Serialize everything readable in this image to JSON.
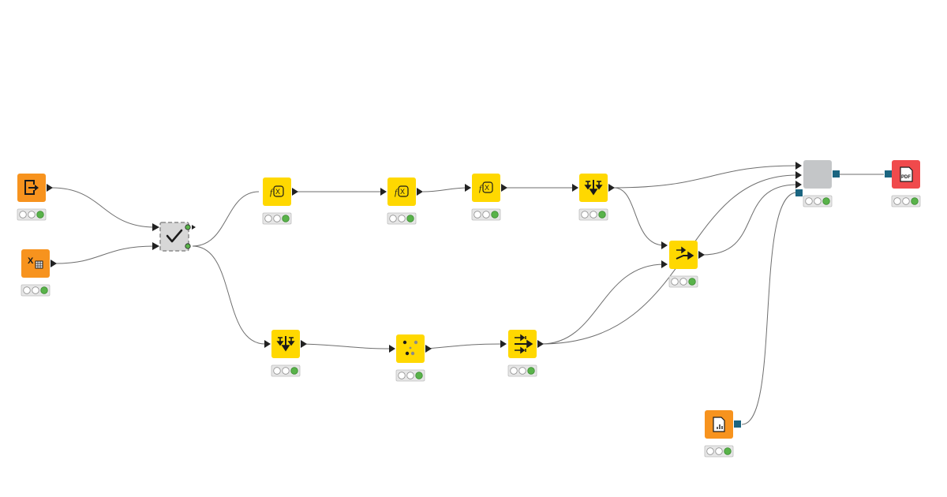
{
  "workflow": {
    "nodes": [
      {
        "id": "excel-writer",
        "category": "io",
        "icon": "exit-arrow-icon",
        "color": "#f7931e",
        "status": [
          "off",
          "off",
          "green"
        ]
      },
      {
        "id": "excel-reader",
        "category": "io",
        "icon": "excel-icon",
        "color": "#f7931e",
        "status": [
          "off",
          "off",
          "green"
        ]
      },
      {
        "id": "table-validator",
        "category": "validation",
        "icon": "checkmark-icon",
        "color": "#d7d7d7",
        "status": []
      },
      {
        "id": "string-manipulation-1",
        "category": "manipulator",
        "icon": "function-x-icon",
        "color": "#ffd800",
        "status": [
          "off",
          "off",
          "green"
        ]
      },
      {
        "id": "string-manipulation-2",
        "category": "manipulator",
        "icon": "function-x-icon",
        "color": "#ffd800",
        "status": [
          "off",
          "off",
          "green"
        ]
      },
      {
        "id": "string-manipulation-3",
        "category": "manipulator",
        "icon": "function-x-icon",
        "color": "#ffd800",
        "status": [
          "off",
          "off",
          "green"
        ]
      },
      {
        "id": "sorter-1",
        "category": "manipulator",
        "icon": "sort-down-icon",
        "color": "#ffd800",
        "status": [
          "off",
          "off",
          "green"
        ]
      },
      {
        "id": "column-merger",
        "category": "manipulator",
        "icon": "merge-arrow-icon",
        "color": "#ffd800",
        "status": [
          "off",
          "off",
          "green"
        ]
      },
      {
        "id": "sorter-2",
        "category": "manipulator",
        "icon": "sort-down-icon",
        "color": "#ffd800",
        "status": [
          "off",
          "off",
          "green"
        ]
      },
      {
        "id": "rule-engine",
        "category": "manipulator",
        "icon": "dots-rule-icon",
        "color": "#ffd800",
        "status": [
          "off",
          "off",
          "green"
        ]
      },
      {
        "id": "joiner",
        "category": "manipulator",
        "icon": "join-arrows-icon",
        "color": "#ffd800",
        "status": [
          "off",
          "off",
          "green"
        ]
      },
      {
        "id": "report-component",
        "category": "component",
        "icon": "component-icon",
        "color": "#c4c6c8",
        "status": [
          "off",
          "off",
          "green"
        ]
      },
      {
        "id": "pdf-writer",
        "category": "output",
        "icon": "pdf-icon",
        "color": "#f04a4c",
        "status": [
          "off",
          "off",
          "green"
        ]
      },
      {
        "id": "report-template",
        "category": "io",
        "icon": "report-file-icon",
        "color": "#f7931e",
        "status": [
          "off",
          "off",
          "green"
        ]
      }
    ],
    "connection_count": 17,
    "colors": {
      "wire": "#6e6e6e",
      "port": "#222222",
      "report_port": "#1b6580",
      "traffic_off": "#ffffff",
      "traffic_green": "#59b34a",
      "traffic_panel": "#e6e6e6"
    }
  }
}
